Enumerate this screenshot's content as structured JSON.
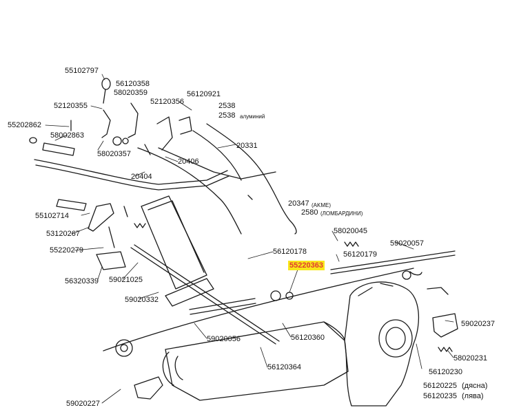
{
  "diagram": {
    "part_numbers": [
      "55102797",
      "56120358",
      "58020359",
      "52120355",
      "52120356",
      "56120921",
      "2538",
      "2538",
      "алуминий",
      "55202862",
      "58002863",
      "58020357",
      "20331",
      "20406",
      "20404",
      "20347",
      "(AKME)",
      "2580",
      "(ЛОМБАРДИНИ)",
      "58020045",
      "59020057",
      "56120179",
      "55102714",
      "53120267",
      "55220279",
      "56120178",
      "55220363",
      "56320339",
      "59021025",
      "59020332",
      "59020056",
      "56120360",
      "59020237",
      "56120364",
      "58020231",
      "56120230",
      "56120225",
      "(дясна)",
      "56120235",
      "(лява)",
      "59020227"
    ],
    "highlighted_part": "55220363",
    "highlight_color": "#f8e71c",
    "highlight_text_color": "#e23b2f"
  }
}
